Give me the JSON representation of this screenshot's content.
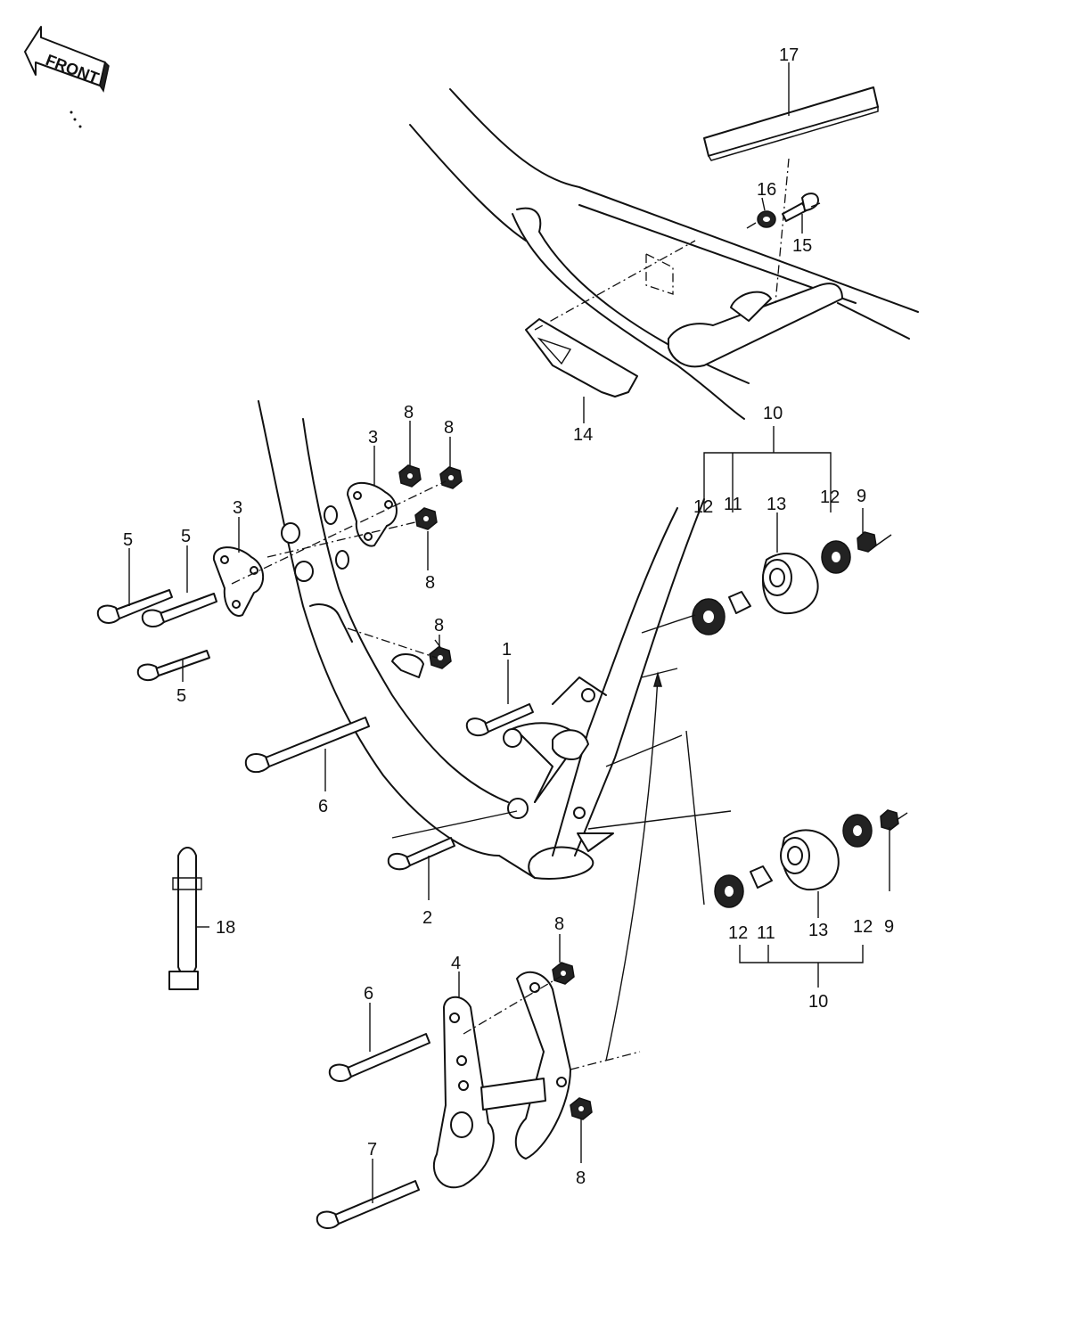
{
  "front_label": "FRONT",
  "callouts": {
    "c1": "1",
    "c2": "2",
    "c3a": "3",
    "c3b": "3",
    "c4": "4",
    "c5a": "5",
    "c5b": "5",
    "c5c": "5",
    "c6a": "6",
    "c6b": "6",
    "c7": "7",
    "c8a": "8",
    "c8b": "8",
    "c8c": "8",
    "c8d": "8",
    "c8e": "8",
    "c8f": "8",
    "c9a": "9",
    "c9b": "9",
    "c10a": "10",
    "c10b": "10",
    "c11a": "11",
    "c11b": "11",
    "c12a": "12",
    "c12b": "12",
    "c12c": "12",
    "c12d": "12",
    "c13a": "13",
    "c13b": "13",
    "c14": "14",
    "c15": "15",
    "c16": "16",
    "c17": "17",
    "c18": "18"
  }
}
